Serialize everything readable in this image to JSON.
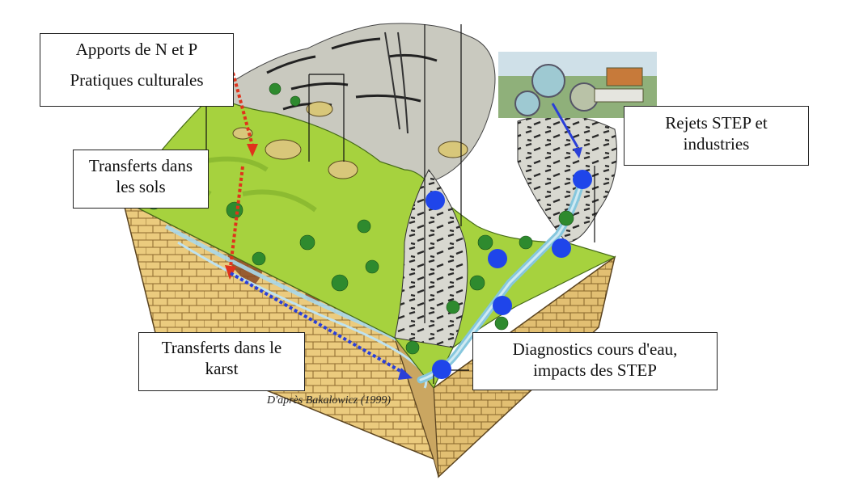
{
  "callouts": {
    "apports": {
      "line1": "Apports de N et P",
      "line2": "Pratiques culturales"
    },
    "sols": {
      "line1": "Transferts dans",
      "line2": "les sols"
    },
    "rejets": {
      "line1": "Rejets STEP et",
      "line2": "industries"
    },
    "karst": {
      "line1": "Transferts dans le",
      "line2": "karst"
    },
    "diagnostics": {
      "line1": "Diagnostics cours d'eau,",
      "line2": "impacts des STEP"
    }
  },
  "credit": "D'après Bakalowicz (1999)",
  "icons": {
    "inflow": "red-dotted-arrow",
    "karst_flow": "blue-dotted-arrow",
    "effluent": "blue-arrow",
    "monitoring": "blue-dot"
  },
  "colors": {
    "input_arrow": "#e0331c",
    "karst_arrow": "#2a3fd8",
    "monitoring_point": "#1f45ea",
    "grass": "#9fcf3a",
    "limestone": "#e9c97a",
    "rock": "#d9d9d2"
  }
}
